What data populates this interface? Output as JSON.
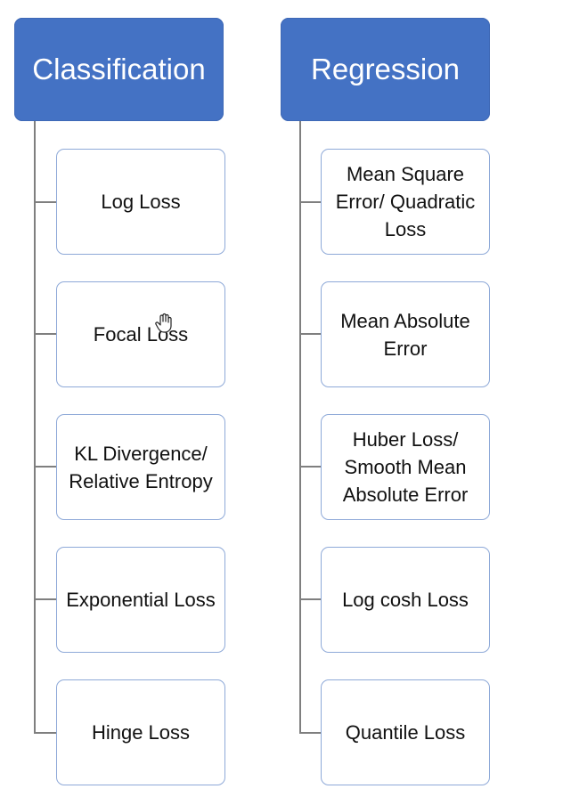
{
  "categories": [
    {
      "title": "Classification",
      "items": [
        "Log Loss",
        "Focal Loss",
        "KL Divergence/ Relative Entropy",
        "Exponential Loss",
        "Hinge Loss"
      ]
    },
    {
      "title": "Regression",
      "items": [
        "Mean Square Error/ Quadratic Loss",
        "Mean Absolute Error",
        "Huber Loss/ Smooth Mean Absolute Error",
        "Log cosh Loss",
        "Quantile Loss"
      ]
    }
  ],
  "colors": {
    "header_fill": "#4472c4",
    "box_border": "#8ea9d8",
    "connector": "#7f7f7f"
  },
  "icons": {
    "cursor": "hand-pointer-icon"
  }
}
